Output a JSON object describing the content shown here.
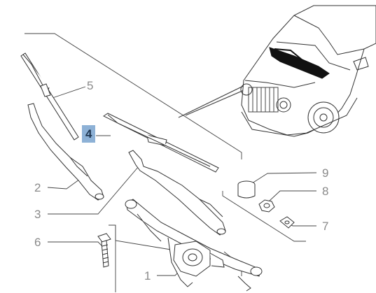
{
  "parts": [
    {
      "number": "1",
      "part": "wiper-motor-linkage"
    },
    {
      "number": "2",
      "part": "wiper-arm-left"
    },
    {
      "number": "3",
      "part": "wiper-arm-right"
    },
    {
      "number": "4",
      "part": "wiper-blade-right",
      "highlighted": true
    },
    {
      "number": "5",
      "part": "wiper-blade-left"
    },
    {
      "number": "6",
      "part": "bolt"
    },
    {
      "number": "7",
      "part": "seal"
    },
    {
      "number": "8",
      "part": "nut"
    },
    {
      "number": "9",
      "part": "cap"
    }
  ],
  "colors": {
    "highlight": "#8db1d6",
    "label": "#8a8a8a",
    "line": "#444444"
  }
}
